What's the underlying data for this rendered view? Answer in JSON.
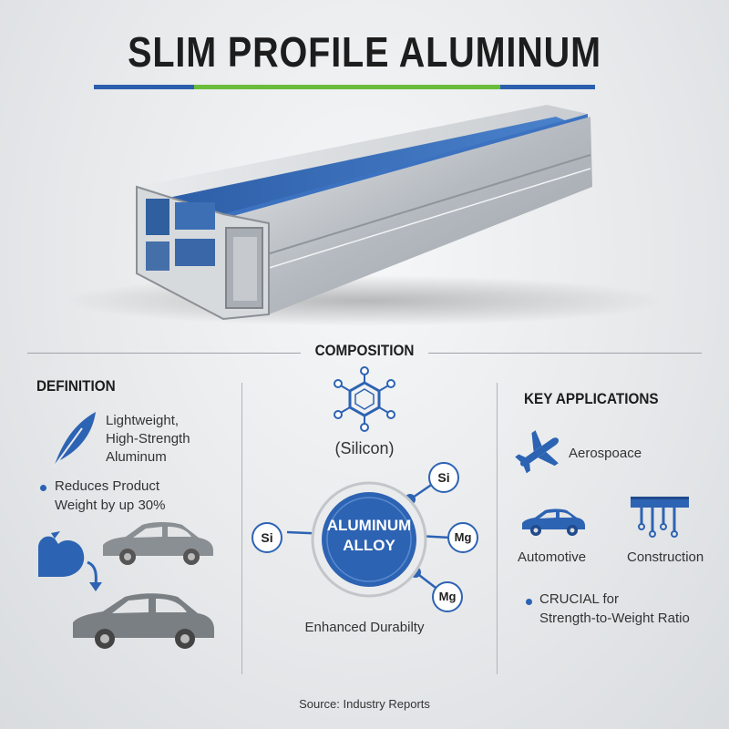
{
  "title": "SLIM PROFILE ALUMINUM",
  "colors": {
    "accent_blue": "#2a5fae",
    "accent_green": "#6abd3a",
    "metal": "#c4c8cc"
  },
  "composition": {
    "heading": "COMPOSITION",
    "silicon_caption": "(Silicon)",
    "alloy_line1": "ALUMINUM",
    "alloy_line2": "ALLOY",
    "elements": [
      "Si",
      "Si",
      "Mg",
      "Mg"
    ],
    "caption": "Enhanced Durabilty"
  },
  "definition": {
    "heading": "DEFINITION",
    "line1": "Lightweight,",
    "line2": "High-Strength",
    "line3": "Aluminum",
    "bullet_line1": "Reduces Product",
    "bullet_line2": "Weight by up 30%"
  },
  "applications": {
    "heading": "KEY APPLICATIONS",
    "aerospace": "Aerospoace",
    "automotive": "Automotive",
    "construction": "Construction",
    "bullet_line1": "CRUCIAL for",
    "bullet_line2": "Strength-to-Weight Ratio"
  },
  "source": "Source: Industry Reports",
  "icons": [
    "aluminum-profile-icon",
    "feather-icon",
    "arm-muscle-icon",
    "arrow-down-icon",
    "car-icon",
    "molecule-icon",
    "airplane-icon",
    "beam-structure-icon"
  ]
}
